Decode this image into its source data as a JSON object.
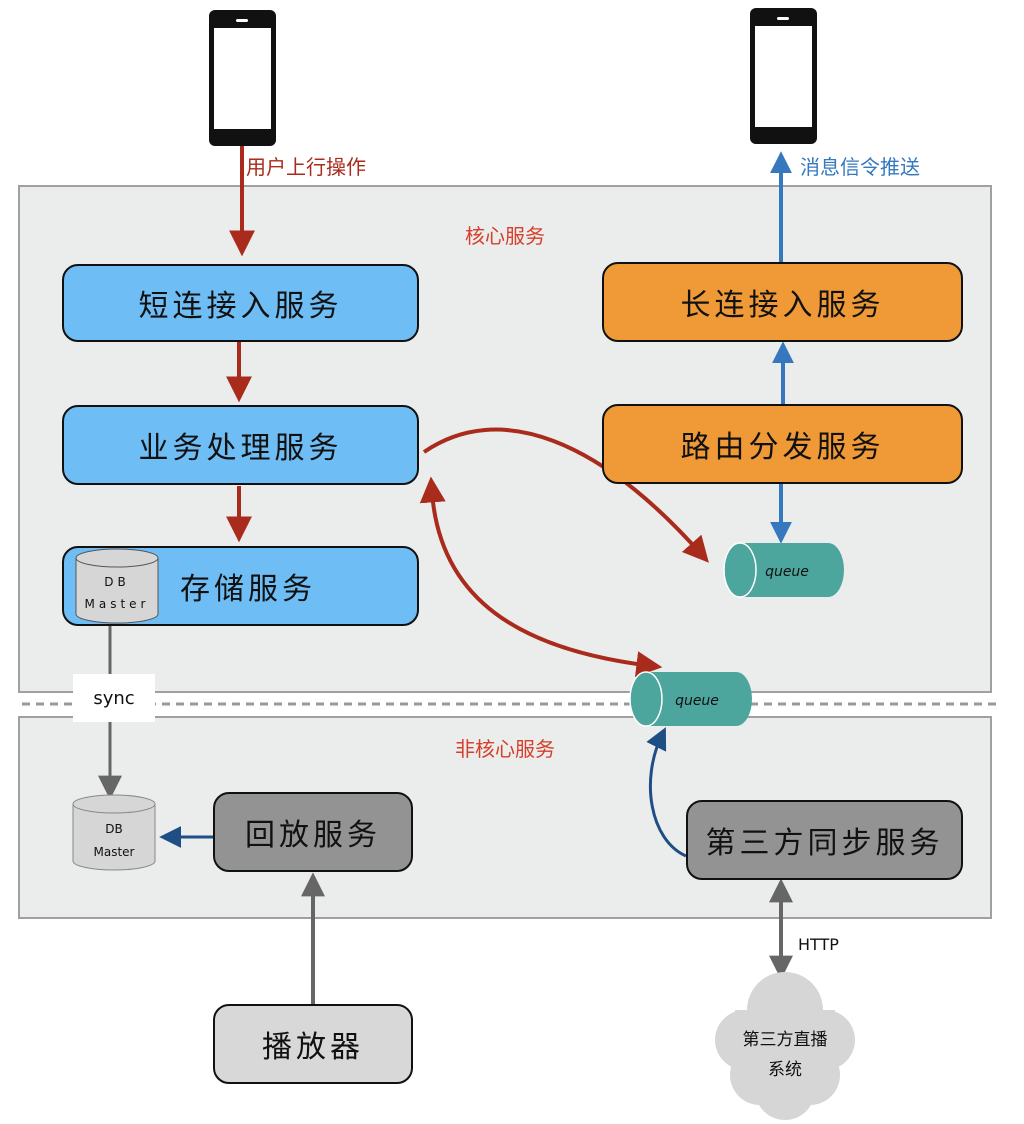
{
  "zones": {
    "core": {
      "title": "核心服务"
    },
    "noncore": {
      "title": "非核心服务"
    }
  },
  "clients": {
    "upstream_label": "用户上行操作",
    "downstream_label": "消息信令推送"
  },
  "services": {
    "short_conn": "短连接入服务",
    "business": "业务处理服务",
    "storage": "存储服务",
    "long_conn": "长连接入服务",
    "routing": "路由分发服务",
    "playback": "回放服务",
    "third_party_sync": "第三方同步服务",
    "player": "播放器"
  },
  "databases": {
    "core_db": {
      "line1": "DB",
      "line2": "Master"
    },
    "noncore_db": {
      "line1": "DB",
      "line2": "Master"
    }
  },
  "queues": {
    "core_queue": "queue",
    "boundary_queue": "queue"
  },
  "connectors": {
    "sync_label": "sync",
    "http_label": "HTTP"
  },
  "external": {
    "line1": "第三方直播",
    "line2": "系统"
  },
  "colors": {
    "upstream": "#a92b1b",
    "downstream": "#3578be",
    "sync_arrow": "#666666",
    "noncore_blue": "#1f4e85",
    "queue": "#4ca69d",
    "core_title": "#d5402b"
  }
}
